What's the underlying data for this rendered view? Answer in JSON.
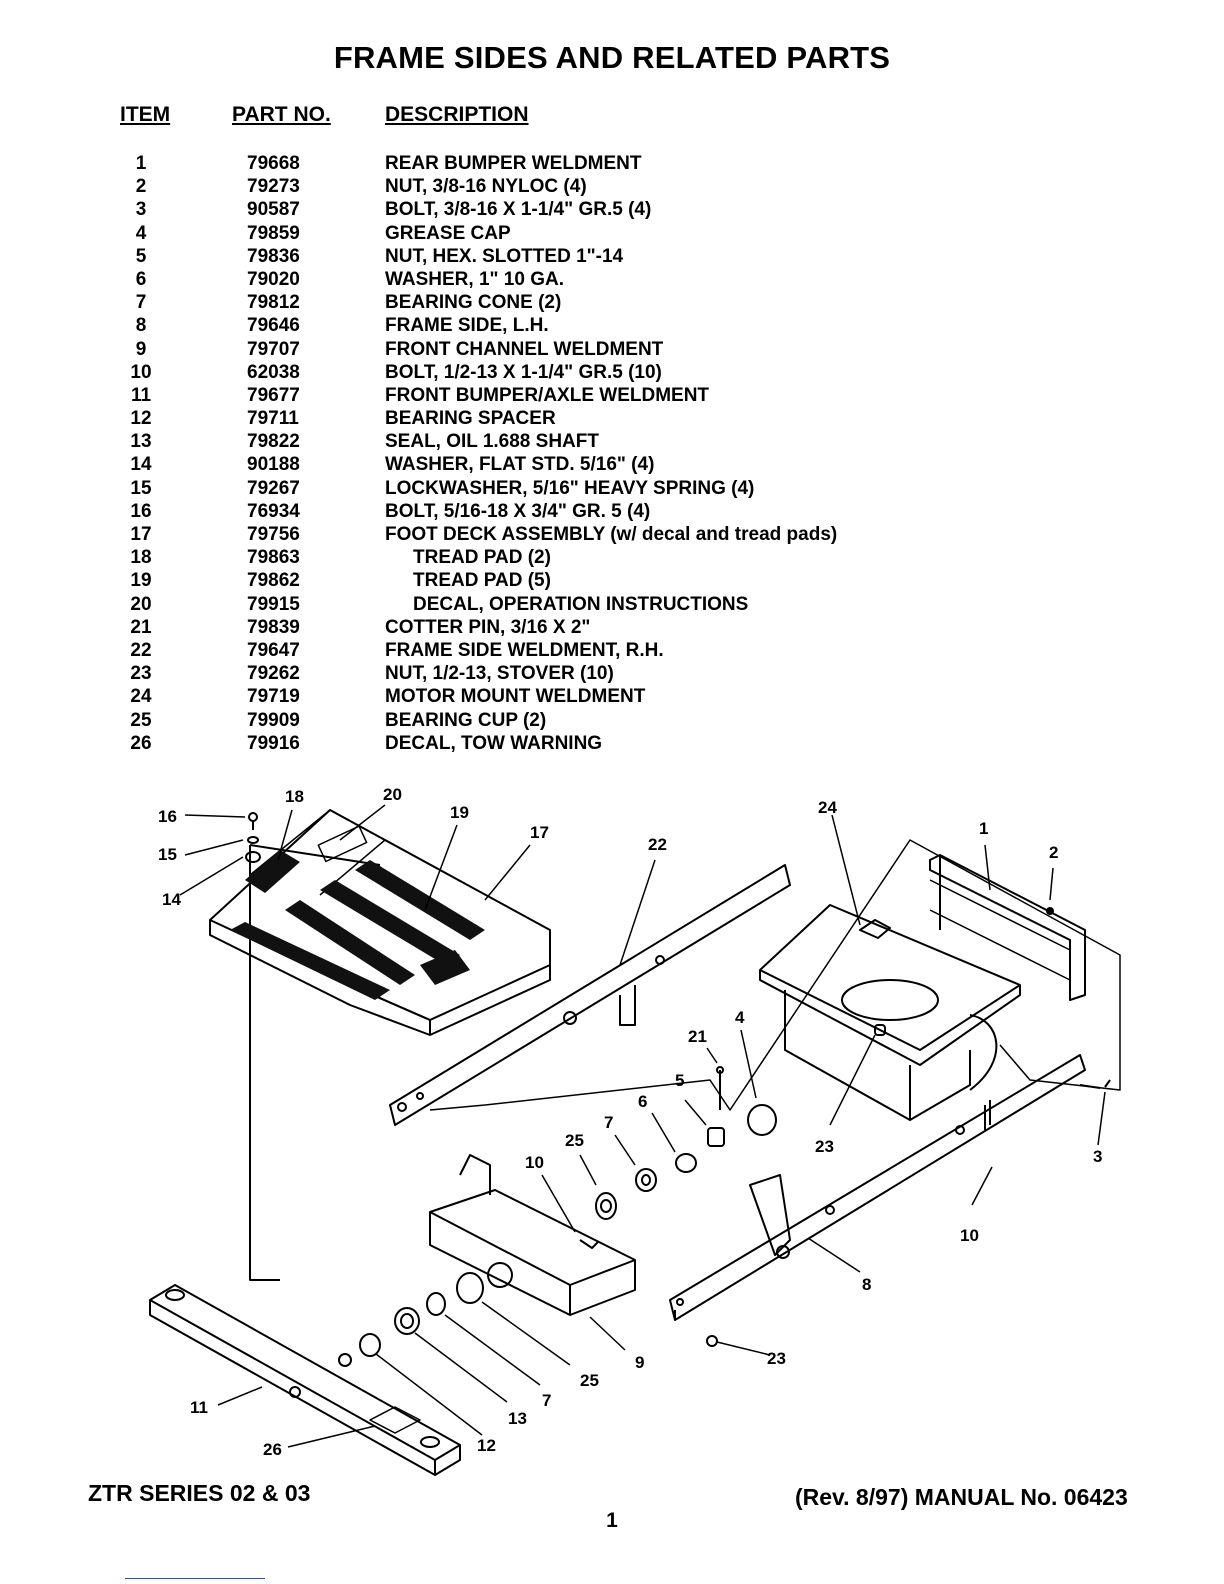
{
  "title": "FRAME SIDES AND RELATED PARTS",
  "columns": {
    "item": "ITEM",
    "part_no": "PART NO.",
    "description": "DESCRIPTION"
  },
  "parts": [
    {
      "item": "1",
      "part_no": "79668",
      "description": "REAR BUMPER WELDMENT"
    },
    {
      "item": "2",
      "part_no": "79273",
      "description": "NUT, 3/8-16 NYLOC  (4)"
    },
    {
      "item": "3",
      "part_no": "90587",
      "description": "BOLT, 3/8-16 X 1-1/4\" GR.5  (4)"
    },
    {
      "item": "4",
      "part_no": "79859",
      "description": "GREASE CAP"
    },
    {
      "item": "5",
      "part_no": "79836",
      "description": "NUT, HEX. SLOTTED 1\"-14"
    },
    {
      "item": "6",
      "part_no": "79020",
      "description": "WASHER, 1\" 10 GA."
    },
    {
      "item": "7",
      "part_no": "79812",
      "description": "BEARING CONE  (2)"
    },
    {
      "item": "8",
      "part_no": "79646",
      "description": "FRAME SIDE, L.H."
    },
    {
      "item": "9",
      "part_no": "79707",
      "description": "FRONT CHANNEL WELDMENT"
    },
    {
      "item": "10",
      "part_no": "62038",
      "description": "BOLT, 1/2-13 X 1-1/4\" GR.5  (10)"
    },
    {
      "item": "11",
      "part_no": "79677",
      "description": "FRONT BUMPER/AXLE WELDMENT"
    },
    {
      "item": "12",
      "part_no": "79711",
      "description": "BEARING SPACER"
    },
    {
      "item": "13",
      "part_no": "79822",
      "description": "SEAL, OIL 1.688 SHAFT"
    },
    {
      "item": "14",
      "part_no": "90188",
      "description": "WASHER, FLAT STD. 5/16\"  (4)"
    },
    {
      "item": "15",
      "part_no": "79267",
      "description": "LOCKWASHER, 5/16\" HEAVY SPRING  (4)"
    },
    {
      "item": "16",
      "part_no": "76934",
      "description": "BOLT, 5/16-18 X 3/4\" GR. 5  (4)"
    },
    {
      "item": "17",
      "part_no": "79756",
      "description": "FOOT DECK ASSEMBLY (w/ decal and tread pads)"
    },
    {
      "item": "18",
      "part_no": "79863",
      "description": "TREAD PAD  (2)",
      "indent": true
    },
    {
      "item": "19",
      "part_no": "79862",
      "description": "TREAD PAD  (5)",
      "indent": true
    },
    {
      "item": "20",
      "part_no": "79915",
      "description": "DECAL, OPERATION INSTRUCTIONS",
      "indent": true
    },
    {
      "item": "21",
      "part_no": "79839",
      "description": "COTTER PIN, 3/16 X 2\""
    },
    {
      "item": "22",
      "part_no": "79647",
      "description": "FRAME SIDE WELDMENT, R.H."
    },
    {
      "item": "23",
      "part_no": "79262",
      "description": "NUT, 1/2-13, STOVER  (10)"
    },
    {
      "item": "24",
      "part_no": "79719",
      "description": "MOTOR MOUNT WELDMENT"
    },
    {
      "item": "25",
      "part_no": "79909",
      "description": "BEARING CUP  (2)"
    },
    {
      "item": "26",
      "part_no": "79916",
      "description": "DECAL, TOW WARNING"
    }
  ],
  "diagram": {
    "callouts": {
      "c16": "16",
      "c15": "15",
      "c14": "14",
      "c18": "18",
      "c20": "20",
      "c19": "19",
      "c17": "17",
      "c22": "22",
      "c24": "24",
      "c1": "1",
      "c2": "2",
      "c21": "21",
      "c4": "4",
      "c5": "5",
      "c6": "6",
      "c7a": "7",
      "c25a": "25",
      "c10a": "10",
      "c23a": "23",
      "c3": "3",
      "c10b": "10",
      "c8": "8",
      "c9": "9",
      "c23b": "23",
      "c25b": "25",
      "c7b": "7",
      "c13": "13",
      "c12": "12",
      "c11": "11",
      "c26": "26"
    }
  },
  "footer": {
    "left": "ZTR SERIES 02 & 03",
    "right": "(Rev. 8/97) MANUAL No. 06423",
    "page": "1"
  }
}
